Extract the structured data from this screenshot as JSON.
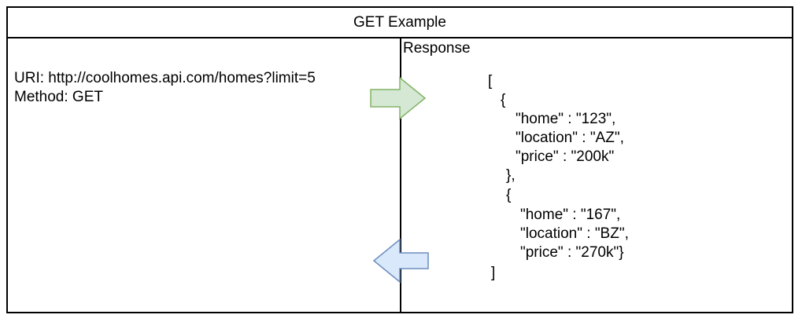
{
  "title": "GET Example",
  "request": {
    "uri_line": "URI: http://coolhomes.api.com/homes?limit=5",
    "method_line": "Method: GET"
  },
  "response": {
    "label": "Response",
    "lines": [
      "[",
      "{",
      "\"home\" : \"123\",",
      "\"location\" : \"AZ\",",
      "\"price\" : \"200k\"",
      "},",
      "{",
      "\"home\" : \"167\",",
      "\"location\" : \"BZ\",",
      "\"price\" : \"270k\"}",
      "]"
    ]
  },
  "colors": {
    "request_arrow_fill": "#d5e8d4",
    "request_arrow_stroke": "#82b366",
    "response_arrow_fill": "#dae8fc",
    "response_arrow_stroke": "#6c8ebf"
  }
}
